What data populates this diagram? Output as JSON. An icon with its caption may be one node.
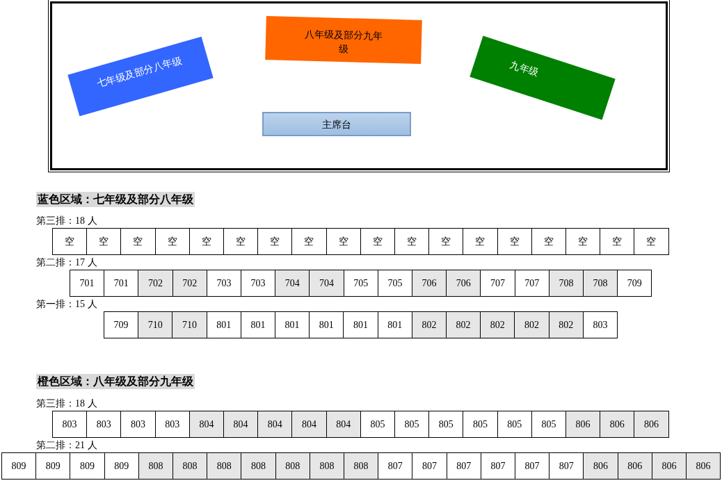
{
  "diagram": {
    "nodes": [
      {
        "text": [],
        "shape": "box"
      },
      {
        "text": [
          "七年级及部分八年级"
        ],
        "in": 0
      },
      {
        "text": [
          "八年级及部分九年级"
        ],
        "in": 0
      },
      {
        "text": [
          "九年级"
        ],
        "in": 0
      },
      {
        "text": [
          "主席台"
        ],
        "in": 0
      }
    ],
    "labels": [
      "蓝色区域：七年级及部分八年级",
      "第三排：18 人",
      "空",
      "空",
      "空",
      "空",
      "空",
      "空",
      "空",
      "空",
      "空",
      "空",
      "空",
      "空",
      "空",
      "空",
      "空",
      "空",
      "空",
      "空",
      "第二排：17 人",
      "701",
      "701",
      "702",
      "702",
      "703",
      "703",
      "704",
      "704",
      "705",
      "705",
      "706",
      "706",
      "707",
      "707",
      "708",
      "708",
      "709",
      "第一排：15 人",
      "709",
      "710",
      "710",
      "801",
      "801",
      "801",
      "801",
      "801",
      "801",
      "802",
      "802",
      "802",
      "802",
      "802",
      "803",
      "橙色区域：八年级及部分九年级",
      "第三排：18 人",
      "803",
      "803",
      "803",
      "803",
      "804",
      "804",
      "804",
      "804",
      "804",
      "805",
      "805",
      "805",
      "805",
      "805",
      "805",
      "806",
      "806",
      "806",
      "第二排：21 人",
      "809",
      "809",
      "809",
      "809",
      "808",
      "808",
      "808",
      "808",
      "808",
      "808",
      "808",
      "807",
      "807",
      "807",
      "807",
      "807",
      "807",
      "806",
      "806",
      "806",
      "806"
    ]
  }
}
